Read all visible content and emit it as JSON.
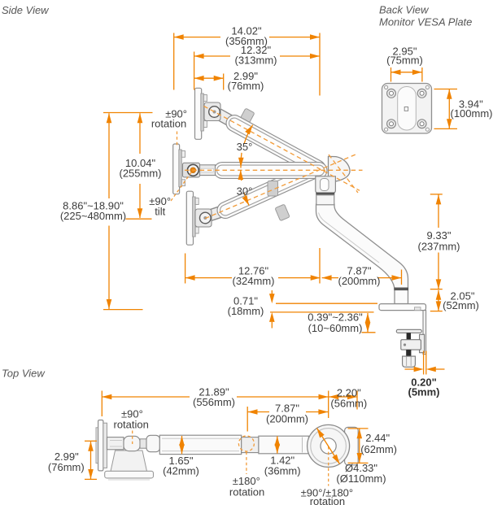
{
  "titles": {
    "side_view": "Side View",
    "back_view_line1": "Back View",
    "back_view_line2": "Monitor VESA Plate",
    "top_view": "Top View"
  },
  "colors": {
    "dimension_orange": "#F08300",
    "dash_orange": "#F29B38",
    "dim_text": "#3C3C3C",
    "title_text": "#565656",
    "drawing_outline": "#8E8E8E"
  },
  "side_view": {
    "width_total": {
      "in": "14.02\"",
      "mm": "(356mm)"
    },
    "width_upper": {
      "in": "12.32\"",
      "mm": "(313mm)"
    },
    "width_plate": {
      "in": "2.99\"",
      "mm": "(76mm)"
    },
    "rotation_label": {
      "line1": "±90°",
      "line2": "rotation"
    },
    "tilt_label": {
      "line1": "±90°",
      "line2": "tilt"
    },
    "height_travel": {
      "in": "10.04\"",
      "mm": "(255mm)"
    },
    "height_range": {
      "in": "8.86\"~18.90\"",
      "mm": "(225~480mm)"
    },
    "angle_up": "35°",
    "angle_down": "30°",
    "width_lower": {
      "in": "12.76\"",
      "mm": "(324mm)"
    },
    "width_offset": {
      "in": "7.87\"",
      "mm": "(200mm)"
    },
    "desk_plate_thickness": {
      "in": "0.71\"",
      "mm": "(18mm)"
    },
    "clamp_range": {
      "in": "0.39\"~2.36\"",
      "mm": "(10~60mm)"
    },
    "riser_height": {
      "in": "9.33\"",
      "mm": "(237mm)"
    },
    "clamp_height": {
      "in": "2.05\"",
      "mm": "(52mm)"
    },
    "clamp_plate_thickness": {
      "in": "0.20\"",
      "mm": "(5mm)"
    }
  },
  "back_view": {
    "vesa_width": {
      "in": "2.95\"",
      "mm": "(75mm)"
    },
    "vesa_height": {
      "in": "3.94\"",
      "mm": "(100mm)"
    }
  },
  "top_view": {
    "length_total": {
      "in": "21.89\"",
      "mm": "(556mm)"
    },
    "rotation_vesa": {
      "line1": "±90°",
      "line2": "rotation"
    },
    "mount_depth": {
      "in": "2.99\"",
      "mm": "(76mm)"
    },
    "arm_width_rear": {
      "in": "1.65\"",
      "mm": "(42mm)"
    },
    "length_front": {
      "in": "7.87\"",
      "mm": "(200mm)"
    },
    "base_offset": {
      "in": "2.20\"",
      "mm": "(56mm)"
    },
    "arm_width_front": {
      "in": "1.42\"",
      "mm": "(36mm)"
    },
    "rotation_mid": {
      "line1": "±180°",
      "line2": "rotation"
    },
    "base_depth": {
      "in": "2.44\"",
      "mm": "(62mm)"
    },
    "base_diameter": {
      "in": "Ø4.33\"",
      "mm": "(Ø110mm)"
    },
    "rotation_base": {
      "line1": "±90°/±180°",
      "line2": "rotation"
    }
  }
}
